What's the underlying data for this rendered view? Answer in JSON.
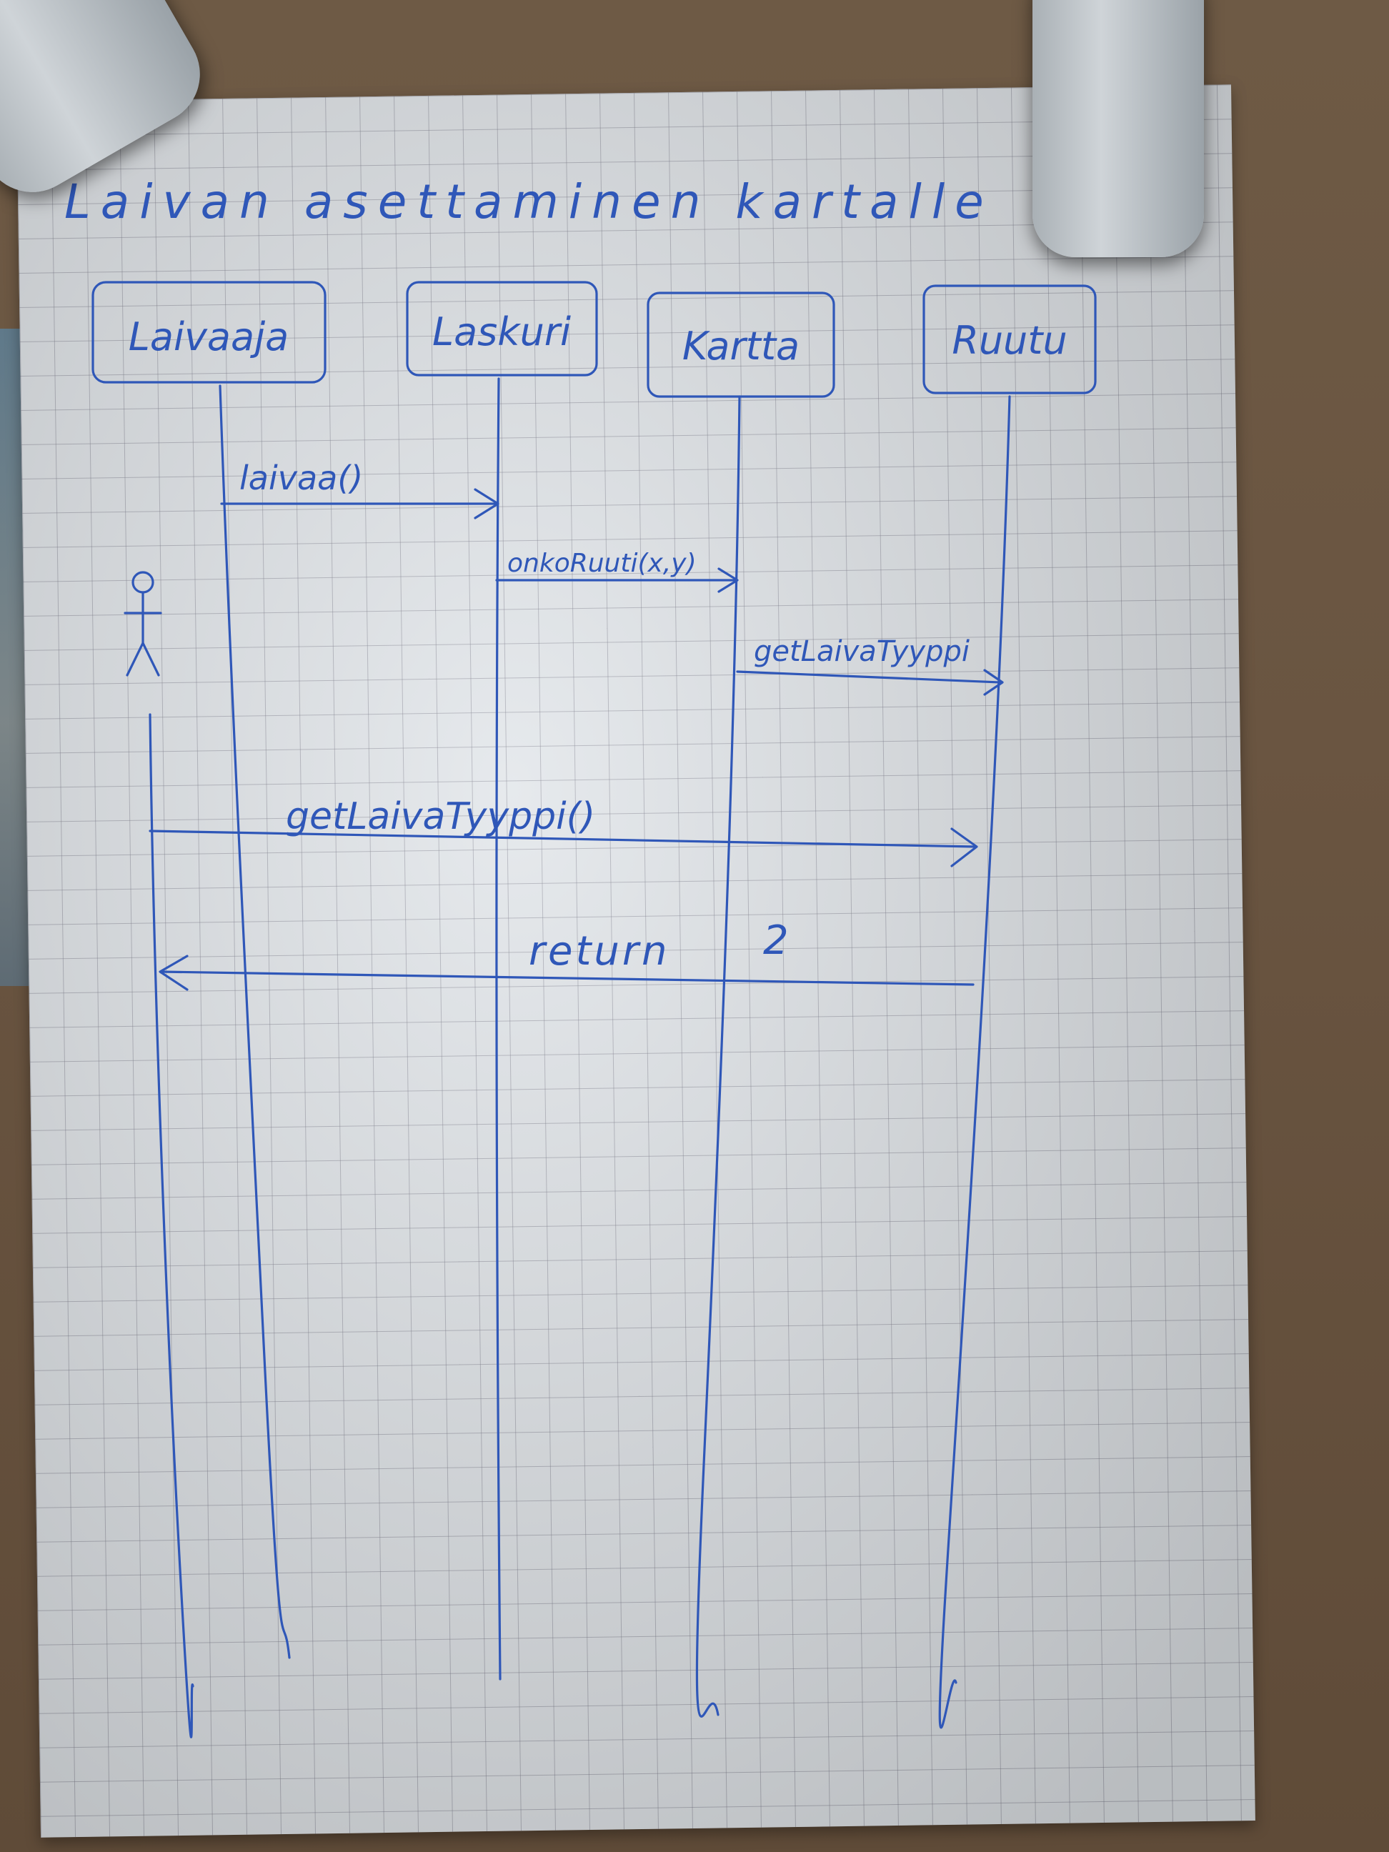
{
  "diagram": {
    "title": "Laivan asettaminen kartalle",
    "participants": [
      {
        "id": "p0",
        "label": "Laivaaja"
      },
      {
        "id": "p1",
        "label": "Laskuri"
      },
      {
        "id": "p2",
        "label": "Kartta"
      },
      {
        "id": "p3",
        "label": "Ruutu"
      }
    ],
    "messages": [
      {
        "label": "laivaa()",
        "from": "p0",
        "to": "p1"
      },
      {
        "label": "onkoRuuti(x,y)",
        "from": "p1",
        "to": "p2"
      },
      {
        "label": "getLaivaTyyppi",
        "from": "p2",
        "to": "p3"
      },
      {
        "label": "getLaivaTyyppi()",
        "from": "actor",
        "to": "p3"
      },
      {
        "label": "return",
        "from": "p3",
        "to": "actor"
      }
    ],
    "note": "2",
    "colors": {
      "ink": "#2f57b8",
      "paper": "#e2e6ea",
      "grid": "#787887"
    }
  }
}
